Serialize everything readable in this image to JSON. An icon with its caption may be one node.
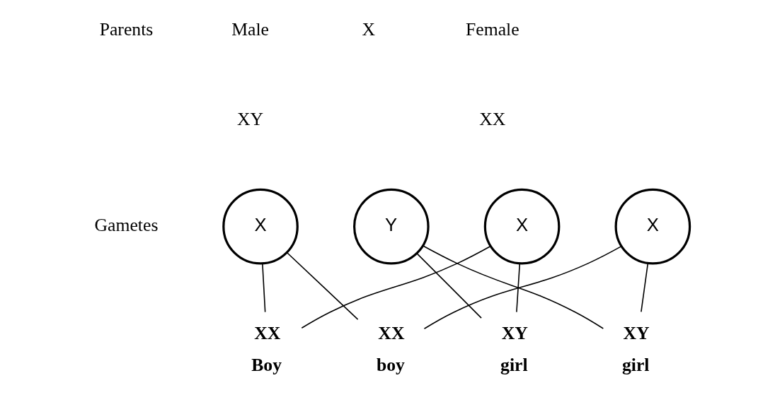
{
  "diagram": {
    "nodes": [
      {
        "text": [
          "X"
        ]
      },
      {
        "text": [
          "Y"
        ]
      },
      {
        "text": [
          "X"
        ]
      },
      {
        "text": [
          "X"
        ]
      },
      {
        "text": [
          "XX"
        ],
        "beside": [
          "Boy"
        ]
      },
      {
        "text": [
          "XX"
        ],
        "beside": [
          "boy"
        ]
      },
      {
        "text": [
          "XY"
        ],
        "beside": [
          "girl"
        ]
      },
      {
        "text": [
          "XY"
        ],
        "beside": [
          "girl"
        ]
      }
    ],
    "edges": [
      {
        "from": 0,
        "to": 4,
        "arrow": "none"
      },
      {
        "from": 0,
        "to": 5,
        "arrow": "none"
      },
      {
        "from": 1,
        "to": 6,
        "arrow": "none"
      },
      {
        "from": 1,
        "to": 7,
        "arrow": "none"
      },
      {
        "from": 2,
        "to": 4,
        "arrow": "none"
      },
      {
        "from": 2,
        "to": 6,
        "arrow": "none"
      },
      {
        "from": 3,
        "to": 5,
        "arrow": "none"
      },
      {
        "from": 3,
        "to": 7,
        "arrow": "none"
      }
    ],
    "labels": [
      "Parents",
      "Male",
      "X",
      "Female",
      "XY",
      "XX",
      "Gametes"
    ]
  }
}
